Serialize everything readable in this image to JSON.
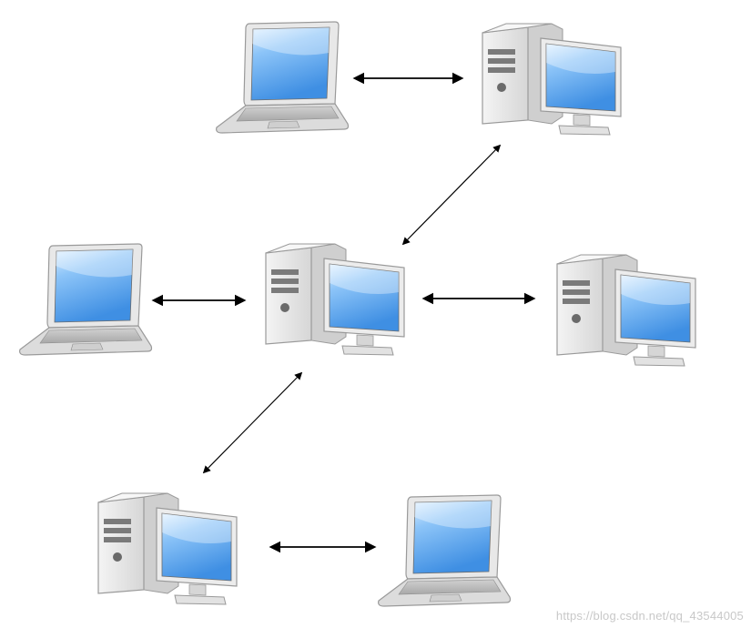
{
  "watermark": "https://blog.csdn.net/qq_43544005",
  "nodes": [
    {
      "id": "laptop-top",
      "kind": "laptop"
    },
    {
      "id": "desktop-top-right",
      "kind": "desktop"
    },
    {
      "id": "laptop-middle-left",
      "kind": "laptop"
    },
    {
      "id": "desktop-center",
      "kind": "desktop"
    },
    {
      "id": "desktop-middle-right",
      "kind": "desktop"
    },
    {
      "id": "desktop-bottom-left",
      "kind": "desktop"
    },
    {
      "id": "laptop-bottom-right",
      "kind": "laptop"
    }
  ],
  "links": [
    {
      "from": "laptop-top",
      "to": "desktop-top-right",
      "bidirectional": true
    },
    {
      "from": "desktop-center",
      "to": "desktop-top-right",
      "bidirectional": true
    },
    {
      "from": "laptop-middle-left",
      "to": "desktop-center",
      "bidirectional": true
    },
    {
      "from": "desktop-center",
      "to": "desktop-middle-right",
      "bidirectional": true
    },
    {
      "from": "desktop-center",
      "to": "desktop-bottom-left",
      "bidirectional": true
    },
    {
      "from": "desktop-bottom-left",
      "to": "laptop-bottom-right",
      "bidirectional": true
    }
  ],
  "colors": {
    "screen_light": "#d8ecff",
    "screen_dark": "#3f8fe3",
    "frame": "#e7e7e7",
    "frame_dark": "#b5b5b5",
    "arrow": "#000000"
  }
}
